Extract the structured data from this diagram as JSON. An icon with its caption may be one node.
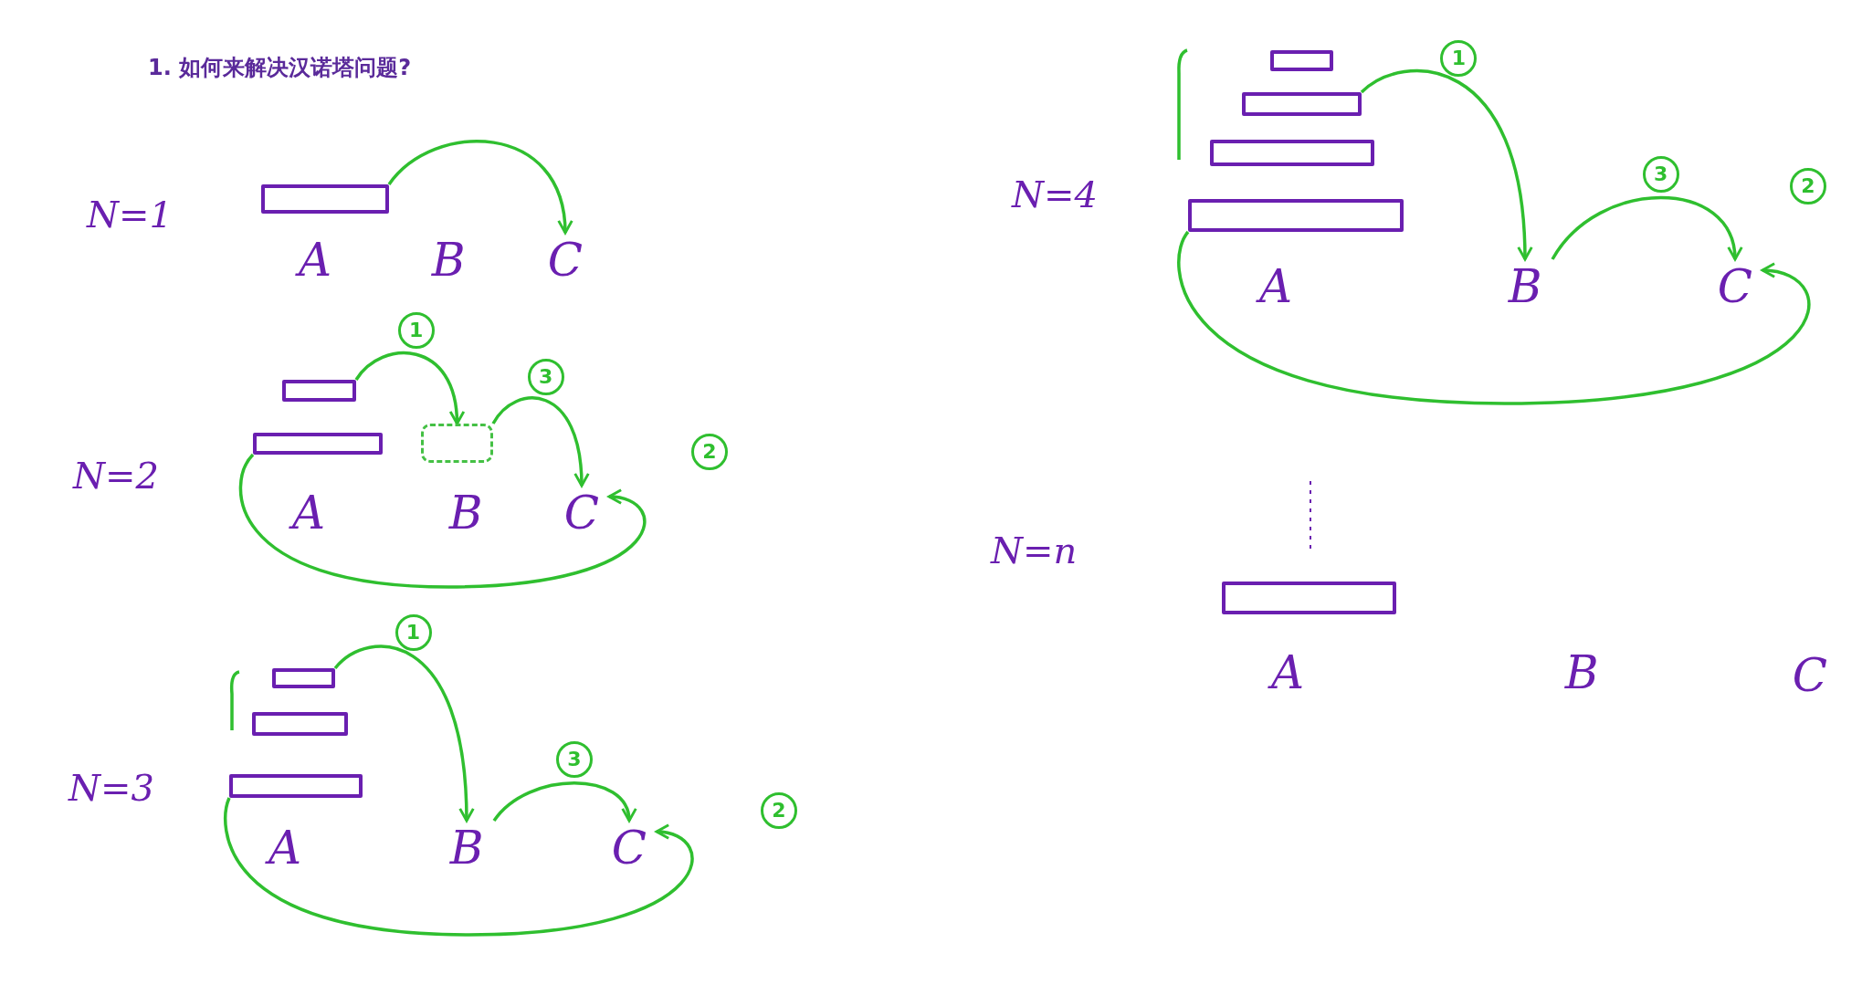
{
  "diagram": {
    "title": "1. 如何来解决汉诺塔问题?",
    "nodes": [
      {
        "text": [],
        "shape": "bar"
      },
      {
        "text": [
          "A"
        ]
      },
      {
        "text": [
          "B"
        ]
      },
      {
        "text": [
          "C"
        ]
      },
      {
        "text": [],
        "shape": "bar"
      },
      {
        "text": [],
        "shape": "bar"
      },
      {
        "text": [],
        "shape": "box"
      },
      {
        "text": [
          "A"
        ]
      },
      {
        "text": [
          "B"
        ]
      },
      {
        "text": [
          "C"
        ]
      },
      {
        "text": [],
        "shape": "bar"
      },
      {
        "text": [],
        "shape": "bar"
      },
      {
        "text": [],
        "shape": "bar"
      },
      {
        "text": [
          "A"
        ]
      },
      {
        "text": [
          "B"
        ]
      },
      {
        "text": [
          "C"
        ]
      },
      {
        "text": [],
        "shape": "bar"
      },
      {
        "text": [],
        "shape": "bar"
      },
      {
        "text": [],
        "shape": "bar"
      },
      {
        "text": [],
        "shape": "bar"
      },
      {
        "text": [
          "A"
        ]
      },
      {
        "text": [
          "B"
        ]
      },
      {
        "text": [
          "C"
        ]
      },
      {
        "text": [],
        "shape": "bar"
      },
      {
        "text": [
          "A"
        ]
      },
      {
        "text": [
          "B"
        ]
      },
      {
        "text": [
          "C"
        ]
      }
    ],
    "edges": [
      {
        "from": 0,
        "to": 3,
        "arrow": "to"
      },
      {
        "from": 4,
        "to": 6,
        "arrow": "to",
        "label": "1"
      },
      {
        "from": 6,
        "to": 9,
        "arrow": "to",
        "label": "3"
      },
      {
        "from": 5,
        "to": 9,
        "arrow": "to",
        "label": "2"
      },
      {
        "from": 10,
        "to": 14,
        "arrow": "to",
        "label": "1"
      },
      {
        "from": 14,
        "to": 15,
        "arrow": "to",
        "label": "3"
      },
      {
        "from": 12,
        "to": 15,
        "arrow": "to",
        "label": "2"
      },
      {
        "from": 17,
        "to": 21,
        "arrow": "to",
        "label": "1"
      },
      {
        "from": 21,
        "to": 22,
        "arrow": "to",
        "label": "3"
      },
      {
        "from": 19,
        "to": 22,
        "arrow": "to",
        "label": "2"
      }
    ],
    "labels": [
      "N=1",
      "N=2",
      "N=3",
      "N=4",
      "N=n"
    ]
  }
}
